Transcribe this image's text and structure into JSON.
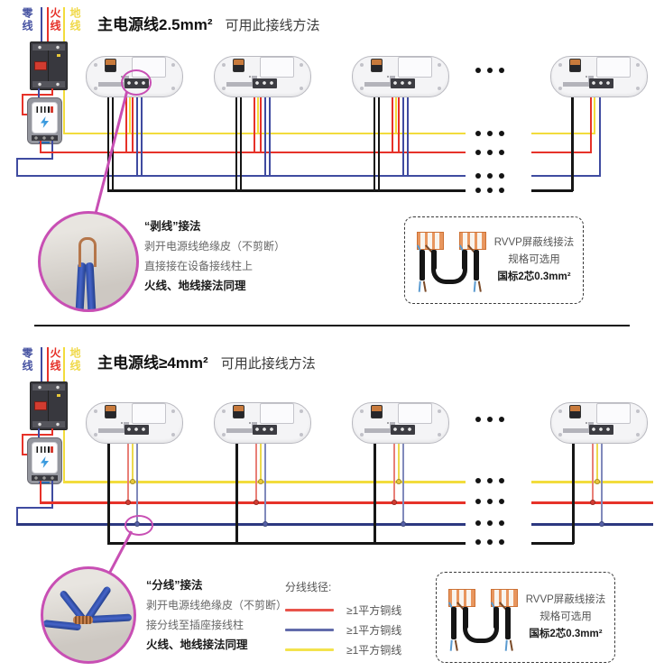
{
  "diagram": {
    "wire_labels": [
      {
        "name": "零线",
        "color": "#4753a2"
      },
      {
        "name": "火线",
        "color": "#e63229"
      },
      {
        "name": "地线",
        "color": "#f0d94a"
      }
    ],
    "wire_colors": {
      "live": "#e63229",
      "neutral": "#3f4ba0",
      "ground": "#f2dc3c",
      "signal": "#161616",
      "highlight": "#c84fb4"
    }
  },
  "section_top": {
    "title_spec": "主电源线2.5mm²",
    "title_method": "可用此接线方法",
    "callout": {
      "title": "“剥线”接法",
      "line1": "剥开电源线绝缘皮（不剪断）",
      "line2": "直接接在设备接线柱上",
      "line3": "火线、地线接法同理"
    },
    "rvvp": {
      "line1": "RVVP屏蔽线接法",
      "line2": "规格可选用",
      "line3": "国标2芯0.3mm²"
    }
  },
  "section_bottom": {
    "title_spec": "主电源线≥4mm²",
    "title_method": "可用此接线方法",
    "callout": {
      "title": "“分线”接法",
      "line1": "剥开电源线绝缘皮（不剪断）",
      "line2": "接分线至插座接线柱",
      "line3": "火线、地线接法同理"
    },
    "legend": {
      "title": "分线线径:",
      "items": [
        {
          "color": "#e8544b",
          "label": "≥1平方铜线"
        },
        {
          "color": "#626cab",
          "label": "≥1平方铜线"
        },
        {
          "color": "#f3e34d",
          "label": "≥1平方铜线"
        }
      ]
    },
    "rvvp": {
      "line1": "RVVP屏蔽线接法",
      "line2": "规格可选用",
      "line3": "国标2芯0.3mm²"
    }
  }
}
